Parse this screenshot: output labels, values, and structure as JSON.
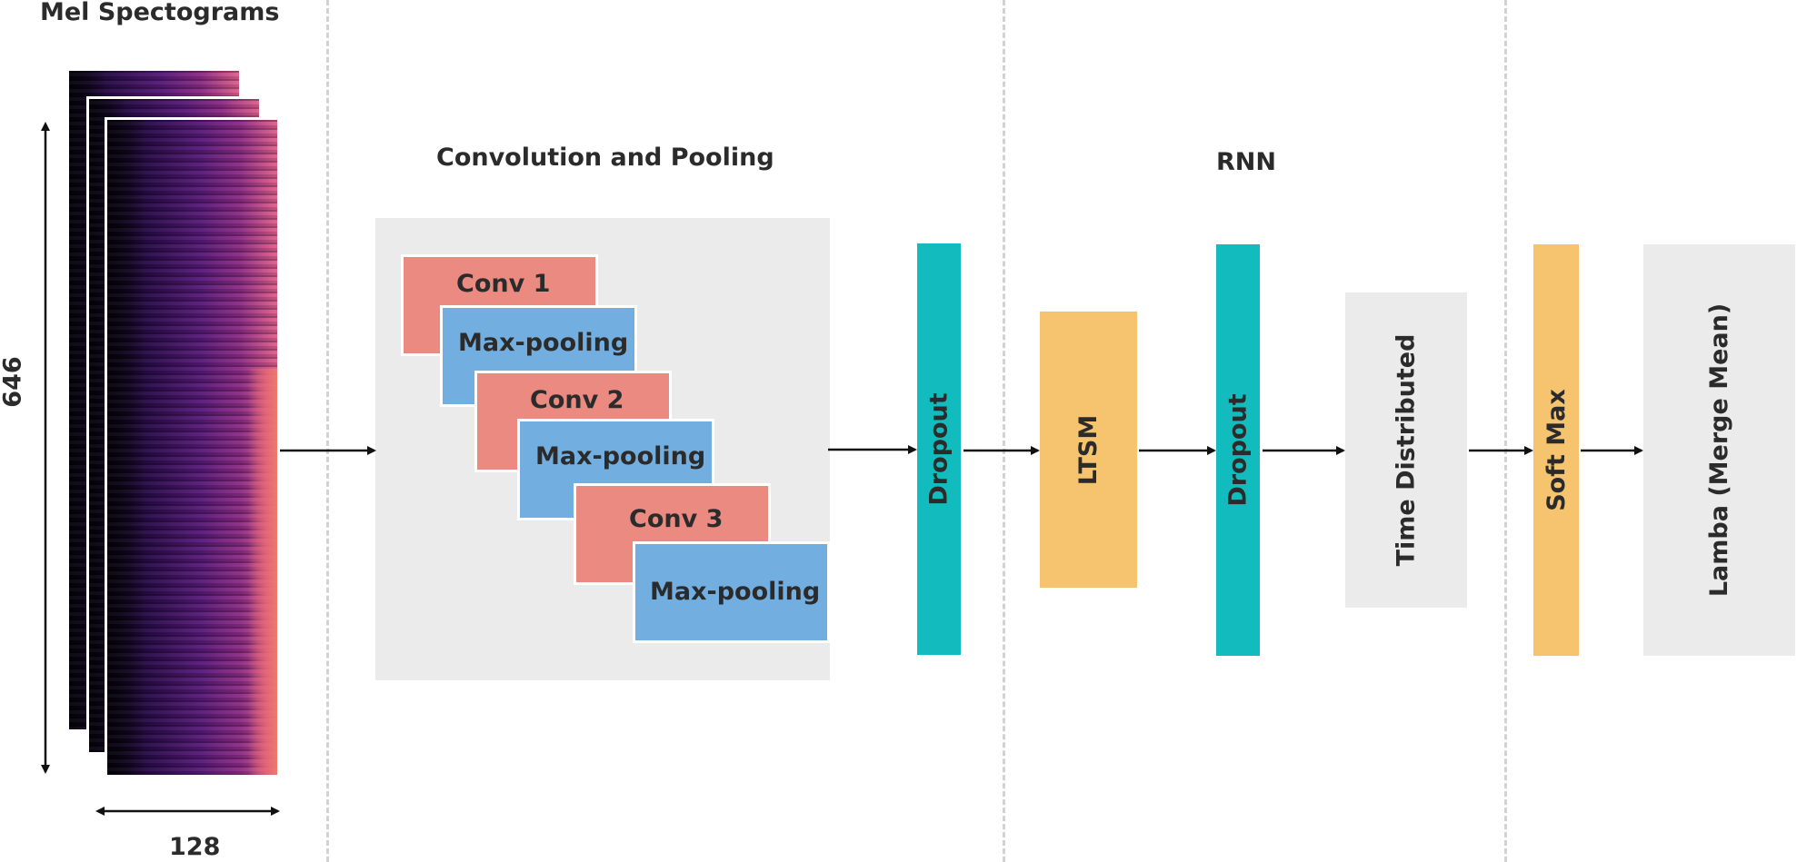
{
  "titles": {
    "mel": "Mel Spectograms",
    "conv": "Convolution and Pooling",
    "rnn": "RNN"
  },
  "dimensions": {
    "height": "646",
    "width": "128"
  },
  "conv_layers": [
    {
      "conv": "Conv 1",
      "pool": "Max-pooling"
    },
    {
      "conv": "Conv 2",
      "pool": "Max-pooling"
    },
    {
      "conv": "Conv 3",
      "pool": "Max-pooling"
    }
  ],
  "layers": {
    "dropout_1": "Dropout",
    "ltsm": "LTSM",
    "dropout_2": "Dropout",
    "time_distributed": "Time Distributed",
    "soft_max": "Soft Max",
    "lamba": "Lamba (Merge Mean)"
  },
  "colors": {
    "conv": "#ea8a80",
    "pool": "#72afe0",
    "dropout": "#12bcbe",
    "orange_layer": "#f6c46f",
    "panel": "#ebebeb",
    "divider": "#d2d2d2"
  }
}
